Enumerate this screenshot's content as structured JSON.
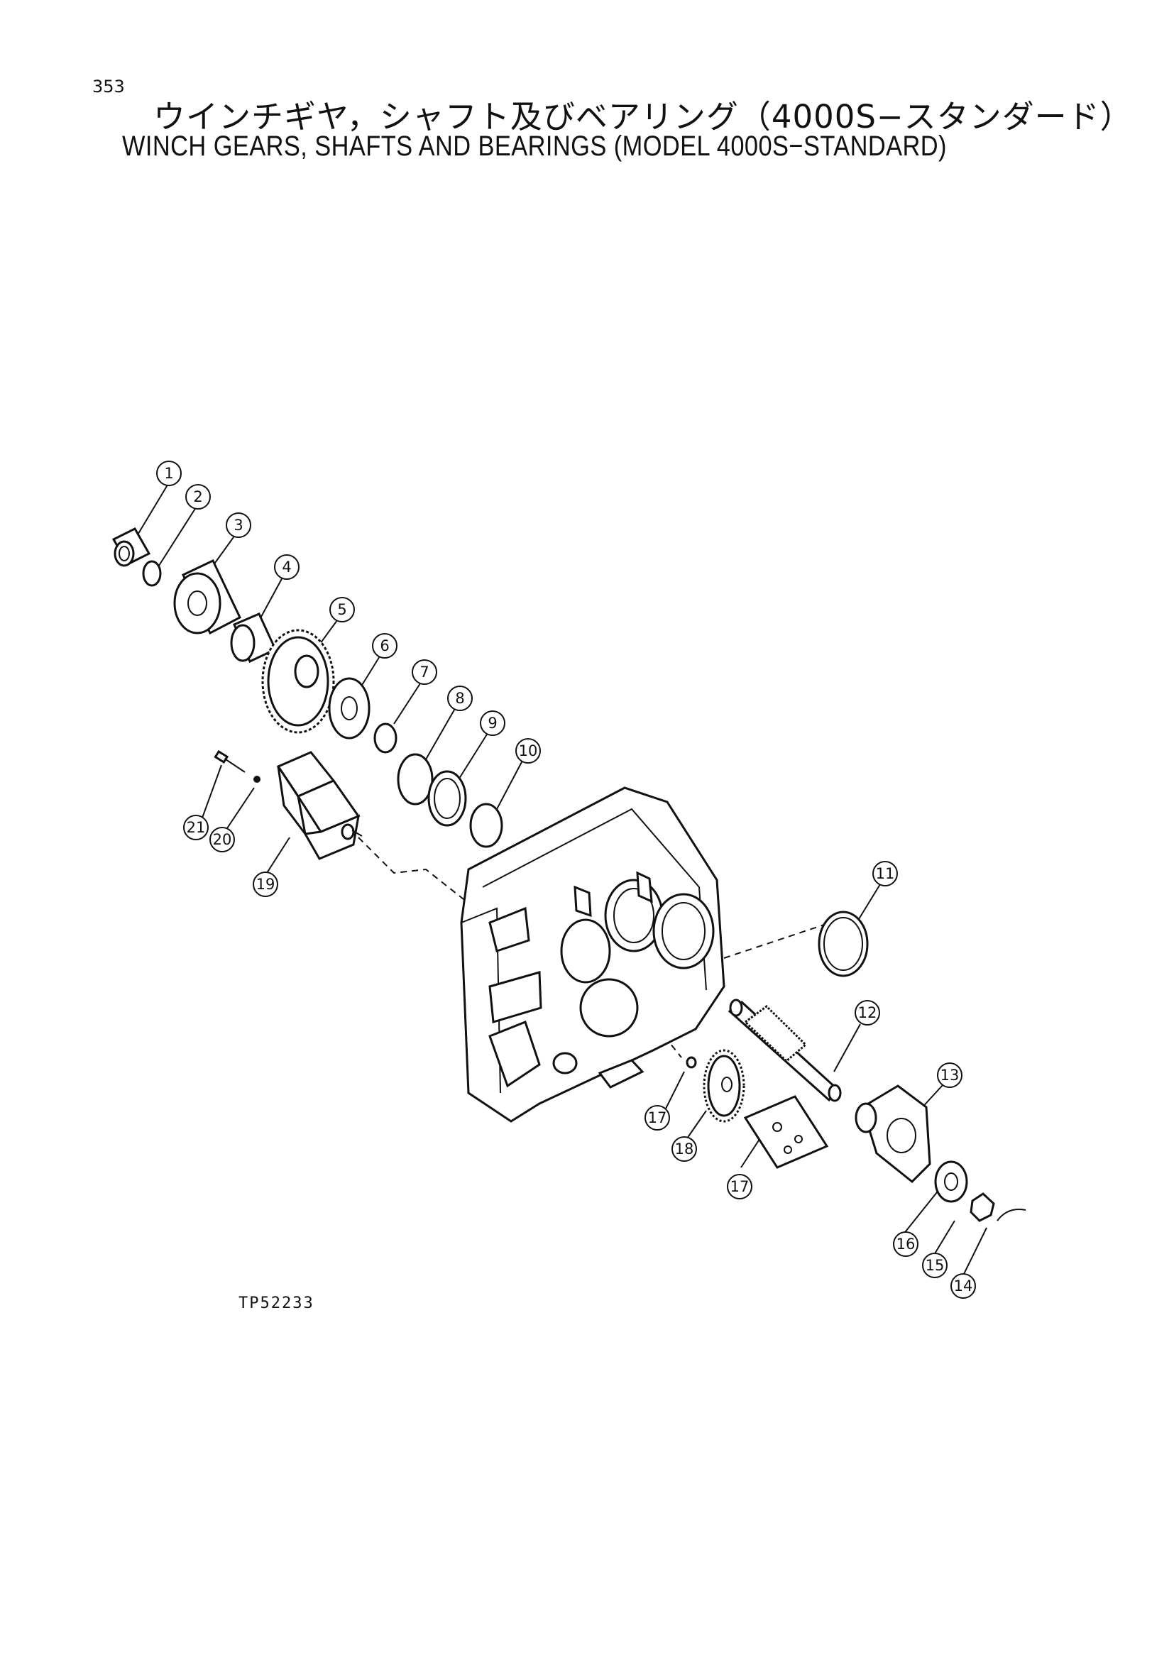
{
  "page": {
    "number": "353",
    "title_jp": "ウインチギヤ，シャフト及びベアリング（4000S−スタンダード）",
    "title_en": "WINCH GEARS, SHAFTS AND BEARINGS (MODEL 4000S−STANDARD)",
    "figure_id": "TP52233"
  },
  "callouts": [
    "1",
    "2",
    "3",
    "4",
    "5",
    "6",
    "7",
    "8",
    "9",
    "10",
    "11",
    "12",
    "13",
    "14",
    "15",
    "16",
    "17",
    "17",
    "18",
    "19",
    "20",
    "21"
  ]
}
